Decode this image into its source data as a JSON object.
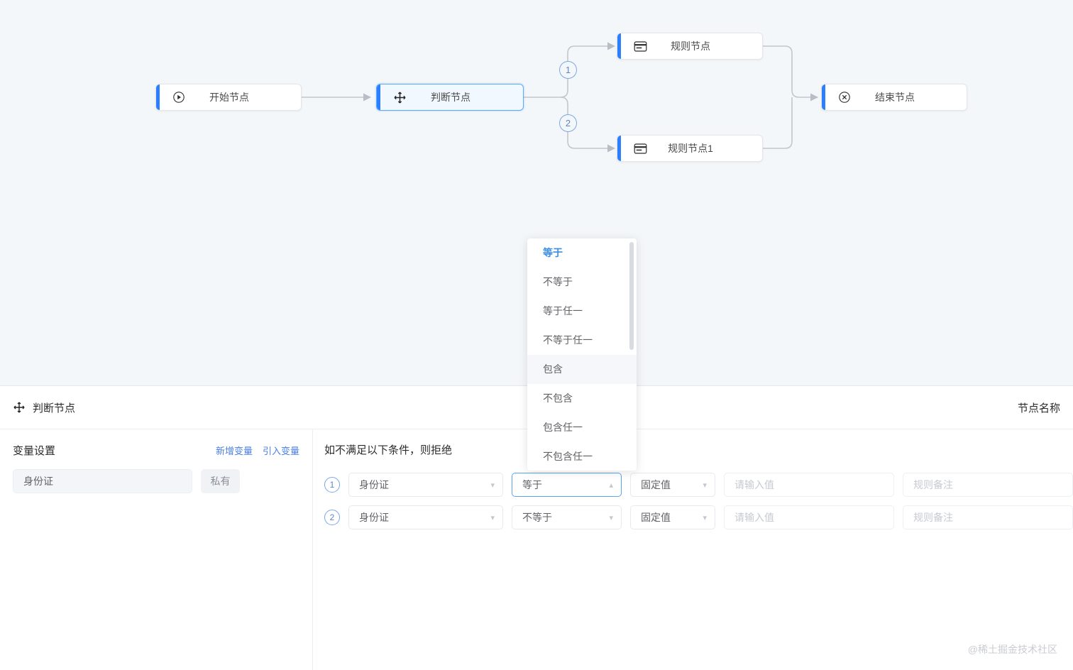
{
  "canvas": {
    "background_color": "#f4f7f9",
    "accent_color": "#2b7fff",
    "nodes": [
      {
        "id": "start",
        "label": "开始节点",
        "icon": "play-circle-icon",
        "selected": false
      },
      {
        "id": "judge",
        "label": "判断节点",
        "icon": "move-cross-icon",
        "selected": true
      },
      {
        "id": "rule1",
        "label": "规则节点",
        "icon": "card-rule-icon",
        "selected": false
      },
      {
        "id": "rule2",
        "label": "规则节点1",
        "icon": "card-rule-icon",
        "selected": false
      },
      {
        "id": "end",
        "label": "结束节点",
        "icon": "close-circle-icon",
        "selected": false
      }
    ],
    "branch_badges": [
      "1",
      "2"
    ]
  },
  "dropdown": {
    "selected_value": "等于",
    "hovered_value": "包含",
    "options": [
      "等于",
      "不等于",
      "等于任一",
      "不等于任一",
      "包含",
      "不包含",
      "包含任一",
      "不包含任一"
    ]
  },
  "panel": {
    "header": {
      "title": "判断节点",
      "drag_icon": "move-cross-icon",
      "node_name_label": "节点名称"
    },
    "variables": {
      "title": "变量设置",
      "links": [
        {
          "label": "新增变量"
        },
        {
          "label": "引入变量"
        }
      ],
      "rows": [
        {
          "name": "身份证",
          "scope_badge": "私有"
        }
      ]
    },
    "conditions": {
      "title": "如不满足以下条件，则拒绝",
      "value_placeholder": "请输入值",
      "note_placeholder": "规则备注",
      "rows": [
        {
          "index": "1",
          "field": "身份证",
          "operator": "等于",
          "operator_open": true,
          "value_kind": "固定值",
          "value": "",
          "note": ""
        },
        {
          "index": "2",
          "field": "身份证",
          "operator": "不等于",
          "operator_open": false,
          "value_kind": "固定值",
          "value": "",
          "note": ""
        }
      ]
    }
  },
  "watermark": "@稀土掘金技术社区"
}
